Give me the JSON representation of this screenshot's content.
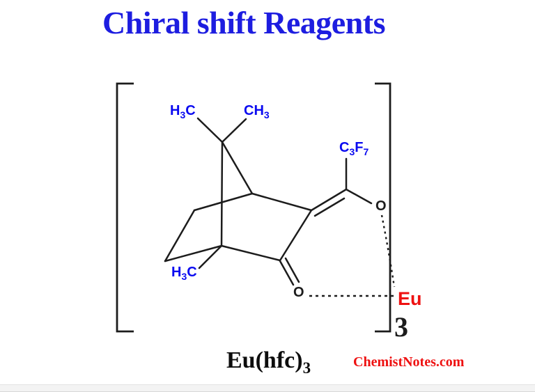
{
  "title": "Chiral shift Reagents",
  "structure": {
    "labels": {
      "methyl_top_left": {
        "p1": "H",
        "s1": "3",
        "p2": "C"
      },
      "methyl_top_right": {
        "p1": "CH",
        "s1": "3"
      },
      "methyl_bottom": {
        "p1": "H",
        "s1": "3",
        "p2": "C"
      },
      "heptafluoropropyl": {
        "p1": "C",
        "s1": "3",
        "p2": "F",
        "s2": "7"
      },
      "enolate_oxygen": "O",
      "ketone_oxygen": "O",
      "europium": "Eu",
      "repeat_subscript": "3"
    }
  },
  "caption": {
    "formula": {
      "p1": "Eu(hfc)",
      "s1": "3"
    }
  },
  "watermark": "ChemistNotes.com",
  "colors": {
    "title_blue": "#1d1de0",
    "label_blue": "#0a0af0",
    "accent_red": "#ee1111",
    "line_black": "#1c1c1c",
    "footer_gray": "#f3f3f3"
  }
}
